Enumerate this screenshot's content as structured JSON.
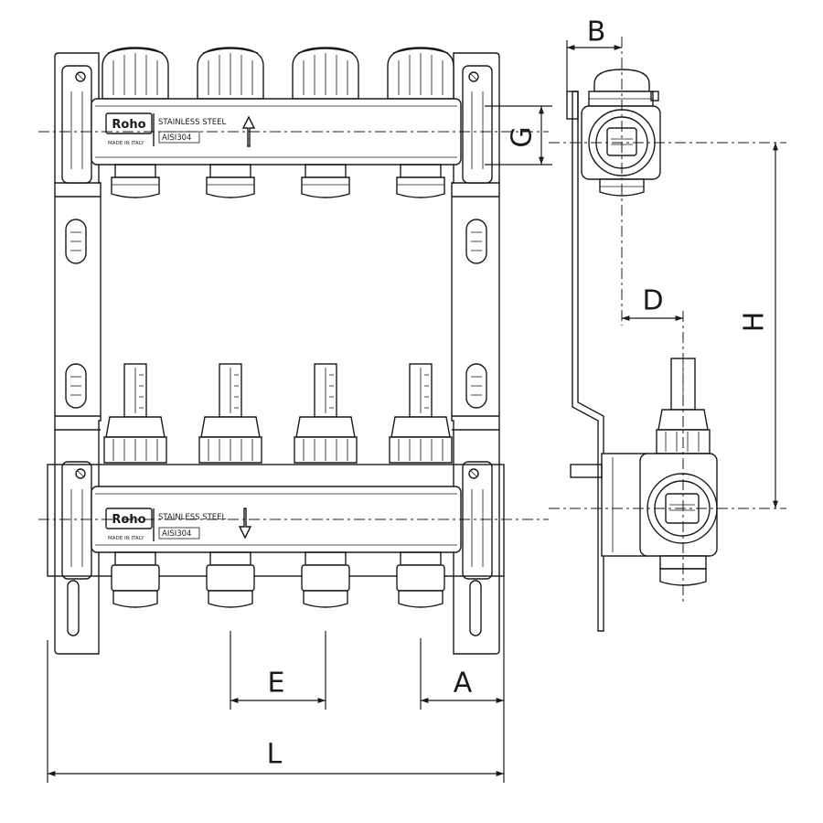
{
  "labels": {
    "brand_top": "Roho",
    "steel_top": "STAINLESS STEEL",
    "made_top": "MADE IN ITALY",
    "grade_top": "AISI304",
    "brand_bottom": "Roho",
    "steel_bottom": "STAINLESS STEEL",
    "made_bottom": "MADE IN ITALY",
    "grade_bottom": "AISI304"
  },
  "dimensions": {
    "a": "A",
    "b": "B",
    "d": "D",
    "e": "E",
    "g": "G",
    "h": "H",
    "l": "L"
  }
}
